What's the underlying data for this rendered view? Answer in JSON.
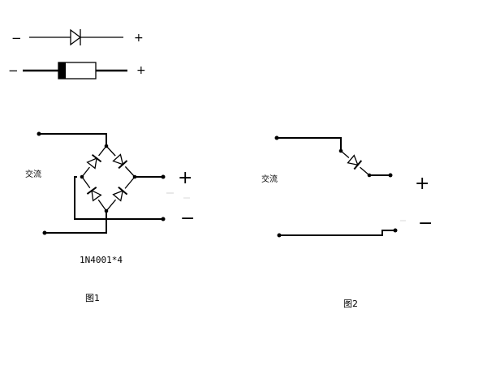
{
  "legend": {
    "symbol_minus": "−",
    "symbol_plus": "+",
    "body_minus": "−",
    "body_plus": "+"
  },
  "figure1": {
    "ac_label": "交流",
    "plus": "+",
    "minus": "−",
    "part_label": "1N4001*4",
    "caption": "图1"
  },
  "figure2": {
    "ac_label": "交流",
    "plus": "+",
    "minus": "−",
    "caption": "图2"
  },
  "colors": {
    "ink": "#000000",
    "background": "#ffffff"
  }
}
